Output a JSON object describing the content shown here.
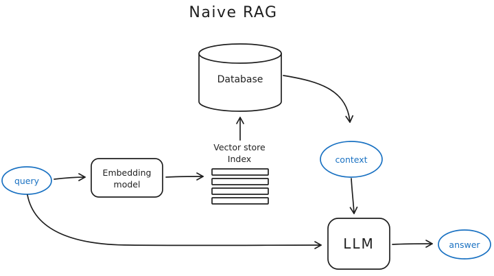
{
  "diagram": {
    "title": "Naive RAG",
    "nodes": {
      "query": {
        "label": "query"
      },
      "embedding": {
        "line1": "Embedding",
        "line2": "model"
      },
      "vector_store": {
        "line1": "Vector store",
        "line2": "Index"
      },
      "database": {
        "label": "Database"
      },
      "context": {
        "label": "context"
      },
      "llm": {
        "label": "LLM"
      },
      "answer": {
        "label": "answer"
      }
    },
    "colors": {
      "accent_blue": "#1971c2",
      "stroke_black": "#1e1e1e",
      "background": "#ffffff"
    }
  }
}
